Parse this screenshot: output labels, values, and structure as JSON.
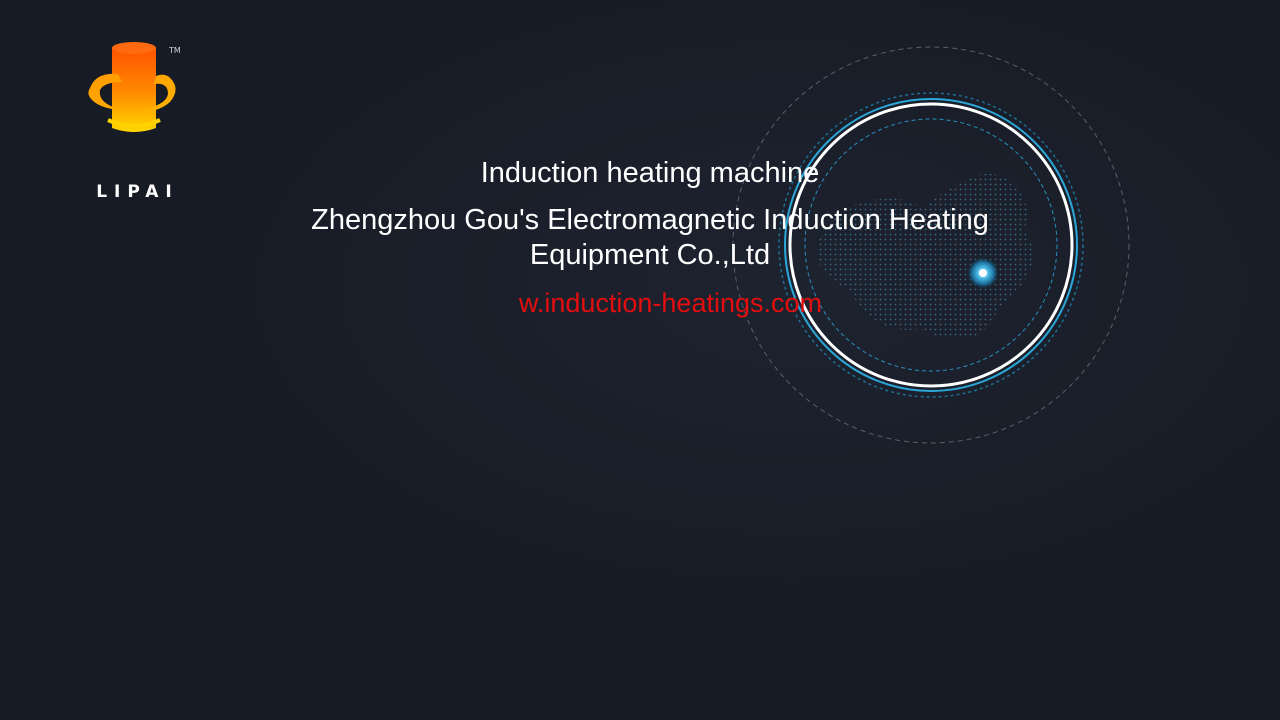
{
  "logo": {
    "brand": "LIPAI",
    "trademark": "TM",
    "colors": {
      "top": "#ff5a00",
      "mid": "#ff8c00",
      "bottom": "#ffd200"
    }
  },
  "main": {
    "headline": "Induction heating machine",
    "company": "Zhengzhou Gou's Electromagnetic Induction Heating Equipment Co.,Ltd",
    "website": "w.induction-heatings.com"
  },
  "colors": {
    "background": "#171b25",
    "website_text": "#e30e0e",
    "ring_accent": "#2aa6d8"
  },
  "graphic": {
    "icon": "globe-rings-icon"
  }
}
